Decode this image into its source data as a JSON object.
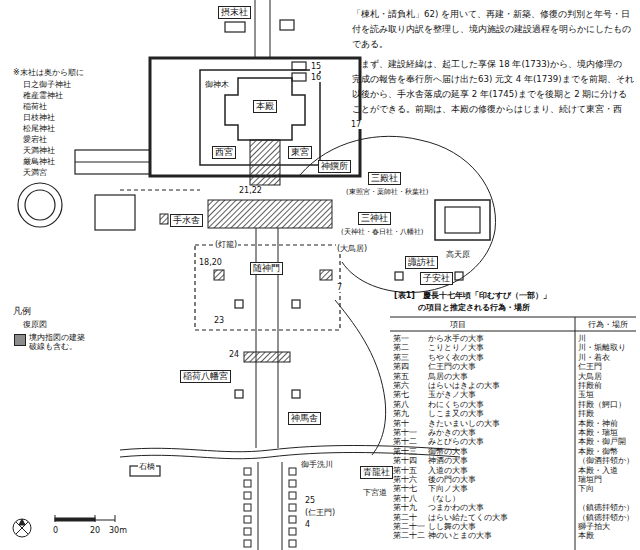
{
  "diagram": {
    "nodes": [
      {
        "text": [
          "摂末社"
        ]
      },
      {
        "text": [
          "本殿"
        ]
      },
      {
        "text": [
          "西宮"
        ]
      },
      {
        "text": [
          "東宮"
        ]
      },
      {
        "text": [
          "神饌所"
        ]
      },
      {
        "text": [
          "三殿社"
        ]
      },
      {
        "text": [
          "三神社"
        ]
      },
      {
        "text": [
          "手水舎"
        ]
      },
      {
        "text": [
          "諏訪社"
        ]
      },
      {
        "text": [
          "随神門"
        ]
      },
      {
        "text": [
          "子安社"
        ]
      },
      {
        "text": [
          "稲荷八幡宮"
        ]
      },
      {
        "text": [
          "神馬舎"
        ]
      },
      {
        "text": [
          "青龍社"
        ]
      }
    ],
    "labels": [
      "※末社は奥から順に",
      "日之御子神社",
      "稚産霊神社",
      "稲荷社",
      "日枝神社",
      "松尾神社",
      "愛宕社",
      "天満神社",
      "厳島神社",
      "天満宮",
      "御神木",
      "(大鳥居)",
      "(灯籠)",
      "御手洗川",
      "石橋",
      "(仁王門)",
      "下宮道",
      "(東照宮・薬師社・秋葉社)",
      "(天神社・春日社・八幡社)",
      "高天原",
      "15",
      "16",
      "17",
      "21,22",
      "18,20",
      "7",
      "24",
      "23",
      "25",
      "4",
      "0",
      "20",
      "30m",
      "凡例",
      "復原図",
      "「棟札・請負札」62) を用いて、再建・新築、修復の判別と年号・日",
      "付を読み取り内訳を整理し、境内施設の建設過程を明らかにしたもの",
      "である。",
      "　まず、建設経緯は、起工した享保 18 年(1733)から、境内修理の",
      "完成の報告を奉行所へ届け出た63) 元文 4 年(1739)までを前期、それ",
      "以後から、手水舎落成の延享 2 年(1745)までを後期と 2 期に分ける",
      "ことができる。前期は、本殿の修復からはじまり、続けて東宮・西",
      "[表1]　慶長十七年頃「印むすび（一部）」",
      "の項目と推定される行為・場所",
      "項目",
      "行為・場所",
      "第一",
      "から水手の大事",
      "川",
      "第二",
      "こりとりノ大事",
      "川・垢離取り",
      "第三",
      "ちやく衣の大事",
      "川・着衣",
      "第四",
      "仁王門の大事",
      "仁王門",
      "第五",
      "鳥居の大事",
      "大鳥居",
      "第六",
      "はらいはきよの大事",
      "拝殿前",
      "第七",
      "玉がきノ大事",
      "玉垣",
      "第八",
      "わにくちの大事",
      "拝殿（鰐口）",
      "第九",
      "しこま又の大事",
      "拝殿",
      "第十",
      "きたいまいしの大事",
      "本殿・神前",
      "第十一",
      "みかきの大事",
      "本殿・瑞垣",
      "第十二",
      "みとびらの大事",
      "本殿・御戸開",
      "第十三",
      "御幣の大事",
      "本殿・御幣",
      "第十四",
      "神酒の大事",
      "（御酒拝領か）",
      "第十五",
      "入道の大事",
      "本殿・入道",
      "第十六",
      "後の門の大事",
      "瑞垣門",
      "第十七",
      "下向ノ大事",
      "下向",
      "第十八",
      "（なし）",
      "第十九",
      "つまかわの大事",
      "（鎮徳拝領か）",
      "第二十",
      "はらい給たてくの大事",
      "（鎮徳拝領か）",
      "第二十一",
      "しし舞の大事",
      "獅子拍大",
      "第二十二",
      "神のいとまの大事",
      "本殿"
    ],
    "legend": [
      {
        "text": "境内指図の建築 破線も含む。",
        "color": "#8c8c8c"
      }
    ]
  }
}
